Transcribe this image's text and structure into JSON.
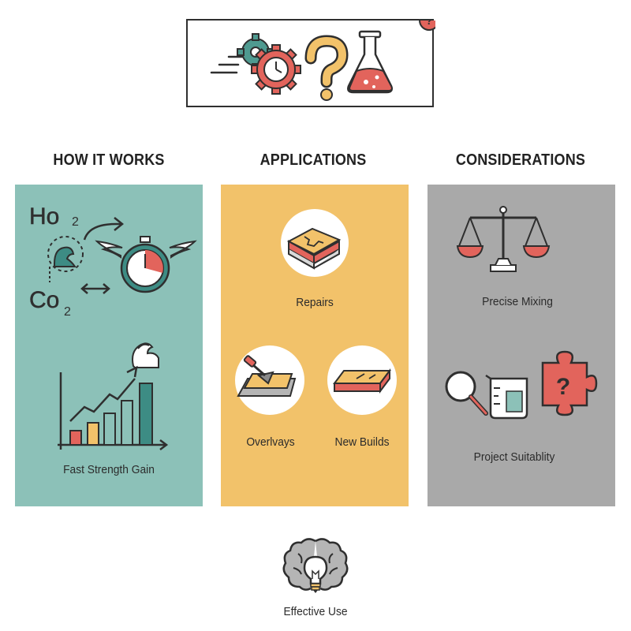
{
  "header": {
    "icons": [
      "speed-gears-icon",
      "question-mark-icon",
      "flask-icon",
      "question-badge-icon"
    ]
  },
  "columns": [
    {
      "title": "HOW IT WORKS",
      "color": "#8cc1b8",
      "formula_top": "Ho",
      "formula_top_sub": "2",
      "formula_bottom": "Co",
      "formula_bottom_sub": "2",
      "caption": "Fast Strength Gain"
    },
    {
      "title": "APPLICATIONS",
      "color": "#f2c26a",
      "items": [
        "Repairs",
        "Overlvays",
        "New Builds"
      ]
    },
    {
      "title": "CONSIDERATIONS",
      "color": "#a9a9a9",
      "items": [
        "Precise Mixing",
        "Project Suitablity"
      ]
    }
  ],
  "footer": {
    "caption": "Effective Use",
    "icon": "brain-lightbulb-icon"
  },
  "palette": {
    "red": "#e2645c",
    "teal": "#3d8c84",
    "yellow": "#f2c26a",
    "dark": "#2f2f2f"
  }
}
